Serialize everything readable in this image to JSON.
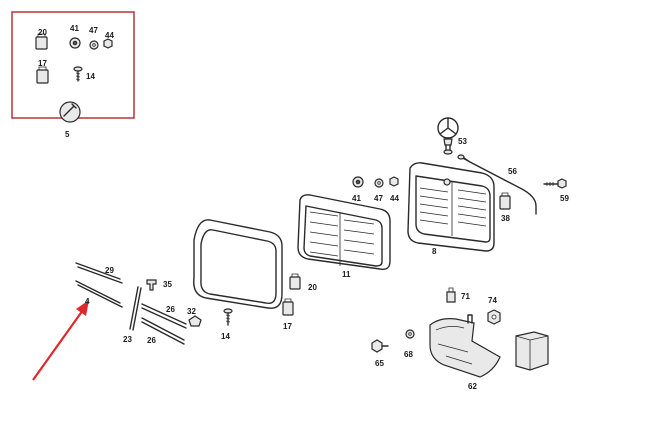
{
  "labels": {
    "inset_20": "20",
    "inset_41": "41",
    "inset_47": "47",
    "inset_44": "44",
    "inset_17": "17",
    "inset_14": "14",
    "inset_5": "5",
    "p53": "53",
    "p56": "56",
    "p41": "41",
    "p47": "47",
    "p44": "44",
    "p59": "59",
    "p38": "38",
    "p8": "8",
    "p11": "11",
    "p29": "29",
    "p35": "35",
    "p4": "4",
    "p20": "20",
    "p26a": "26",
    "p32": "32",
    "p23": "23",
    "p26b": "26",
    "p14": "14",
    "p17": "17",
    "p71": "71",
    "p74": "74",
    "p65": "65",
    "p68": "68",
    "p62": "62"
  },
  "colors": {
    "inset_border": "#b3262e",
    "pointer_arrow": "#e0282a",
    "line_art": "#2a2a2a"
  }
}
